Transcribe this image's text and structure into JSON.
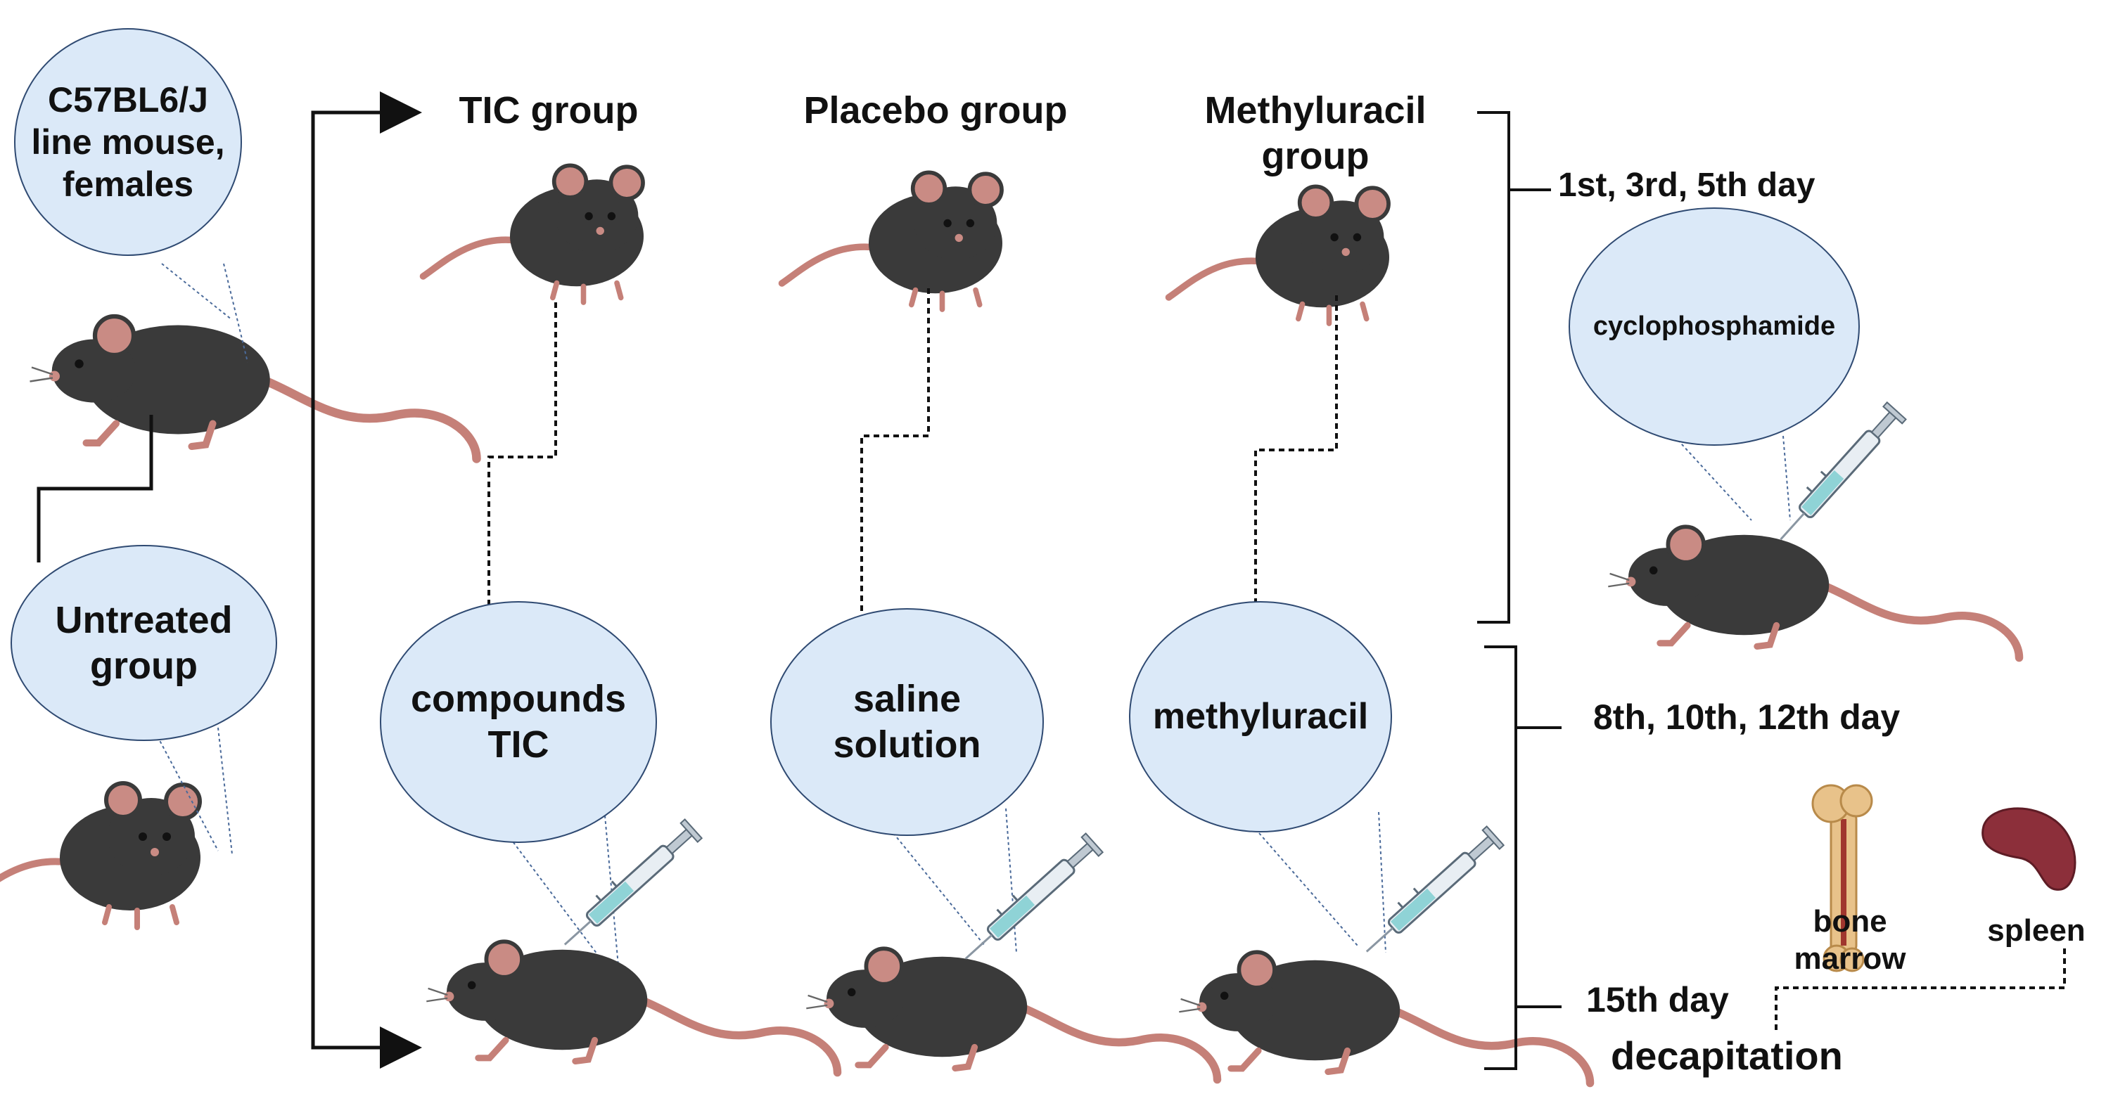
{
  "header": {
    "group_tic": "TIC group",
    "group_placebo": "Placebo group",
    "group_methyluracil": "Methyluracil\ngroup"
  },
  "bubbles": {
    "mouse_line": "C57BL6/J\nline mouse,\nfemales",
    "untreated": "Untreated\ngroup",
    "compounds": "compounds\nTIC",
    "saline": "saline\nsolution",
    "methyluracil": "methyluracil",
    "cyclophosphamide": "cyclophosphamide"
  },
  "timeline": {
    "days_1": "1st, 3rd, 5th day",
    "days_2": "8th, 10th, 12th day",
    "day_15": "15th day",
    "decapitation": "decapitation"
  },
  "organs": {
    "bone_marrow": "bone\nmarrow",
    "spleen": "spleen"
  },
  "colors": {
    "bubble_fill": "#dbe9f8",
    "bubble_border": "#2f4a72",
    "mouse_body": "#3a3a3a",
    "mouse_ear": "#c98b84",
    "tail": "#c58078",
    "syringe_liquid": "#8fd3d6",
    "spleen": "#8c2f3a",
    "bone": "#e8c28a",
    "line": "#111111"
  },
  "icons": [
    "mouse-icon",
    "syringe-icon",
    "bone-icon",
    "spleen-icon",
    "arrow-icon"
  ]
}
